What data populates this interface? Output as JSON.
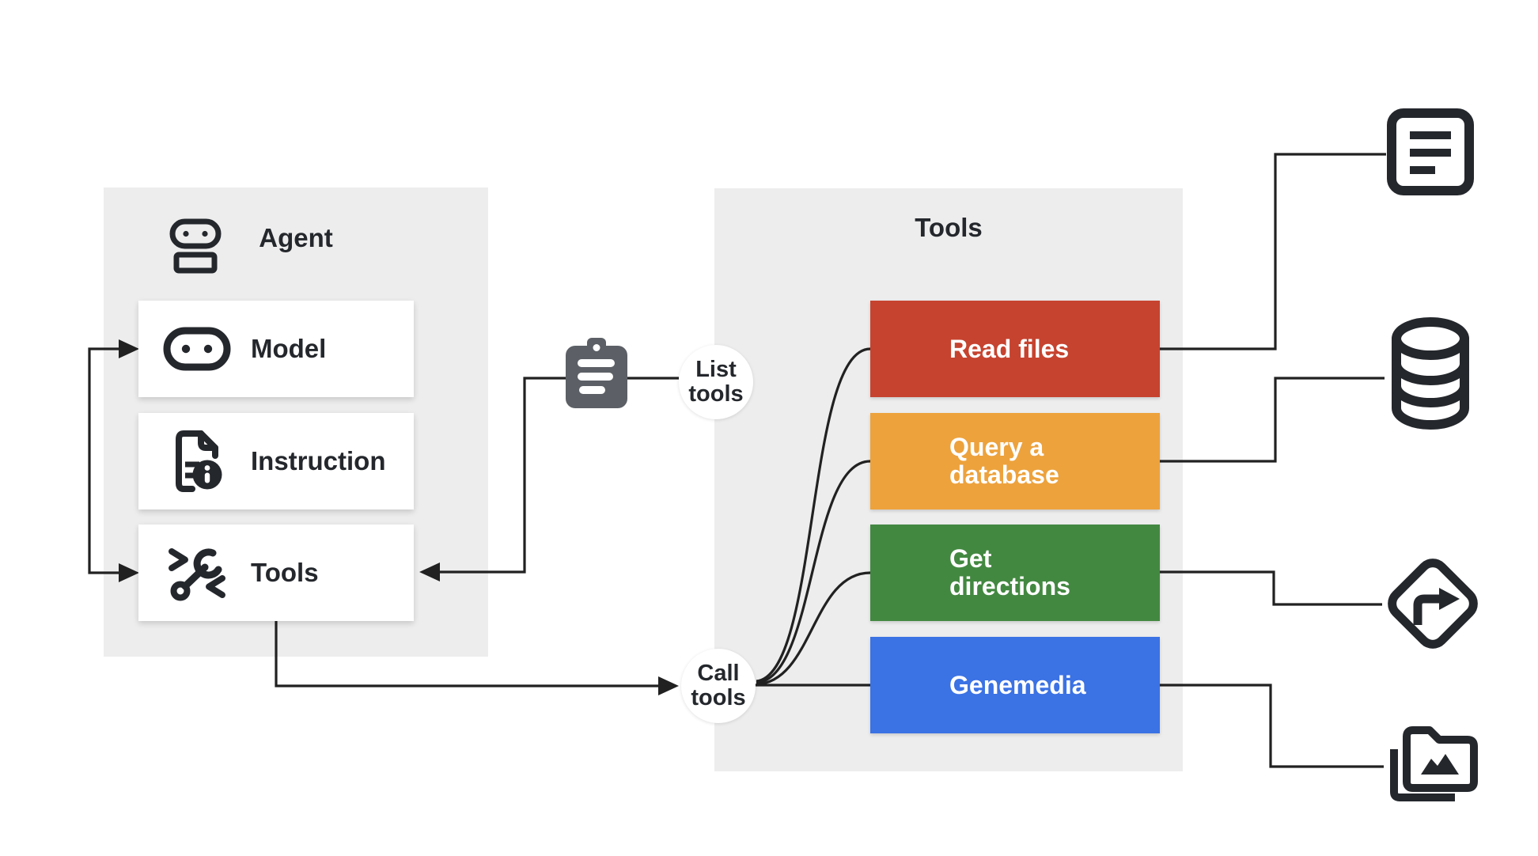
{
  "agent_panel": {
    "title": "Agent",
    "items": [
      {
        "label": "Model",
        "icon": "robot-head-icon"
      },
      {
        "label": "Instruction",
        "icon": "instruction-document-icon"
      },
      {
        "label": "Tools",
        "icon": "wrench-code-icon"
      }
    ]
  },
  "tools_panel": {
    "title": "Tools",
    "items": [
      {
        "label": "Read files",
        "color": "#c6432f",
        "target_icon": "document-lines-icon"
      },
      {
        "label": "Query a\ndatabase",
        "color": "#eda23c",
        "target_icon": "database-icon"
      },
      {
        "label": "Get\ndirections",
        "color": "#438841",
        "target_icon": "directions-icon"
      },
      {
        "label": "Genemedia",
        "color": "#3b72e4",
        "target_icon": "media-folder-icon"
      }
    ]
  },
  "connectors": {
    "list_tools_label": "List\ntools",
    "call_tools_label": "Call\ntools"
  },
  "colors": {
    "panel_bg": "#ededed",
    "ink": "#24272c",
    "line": "#212121",
    "clipboard": "#5c6066"
  }
}
